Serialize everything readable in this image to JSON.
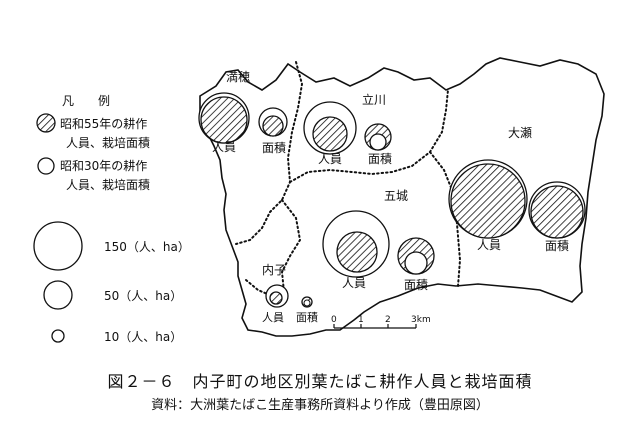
{
  "legend": {
    "title": "凡　　例",
    "recent_line1": "昭和55年の耕作",
    "recent_line2": "人員、栽培面積",
    "old_line1": "昭和30年の耕作",
    "old_line2": "人員、栽培面積",
    "scale": [
      {
        "value": 150,
        "label": "150（人、ha）"
      },
      {
        "value": 50,
        "label": "50（人、ha）"
      },
      {
        "value": 10,
        "label": "10（人、ha）"
      }
    ]
  },
  "districts": [
    {
      "name": "満穂",
      "people_label": "人員",
      "area_label": "面積"
    },
    {
      "name": "立川",
      "people_label": "人員",
      "area_label": "面積"
    },
    {
      "name": "大瀬",
      "people_label": "人員",
      "area_label": "面積"
    },
    {
      "name": "五城",
      "people_label": "人員",
      "area_label": "面積"
    },
    {
      "name": "内子",
      "people_label": "人員",
      "area_label": "面積"
    }
  ],
  "scale_bar": {
    "ticks": [
      "0",
      "1",
      "2",
      "3km"
    ]
  },
  "caption": {
    "main": "図２－６　内子町の地区別葉たばこ耕作人員と栽培面積",
    "sub": "資料：大洲葉たばこ生産事務所資料より作成（豊田原図）"
  }
}
